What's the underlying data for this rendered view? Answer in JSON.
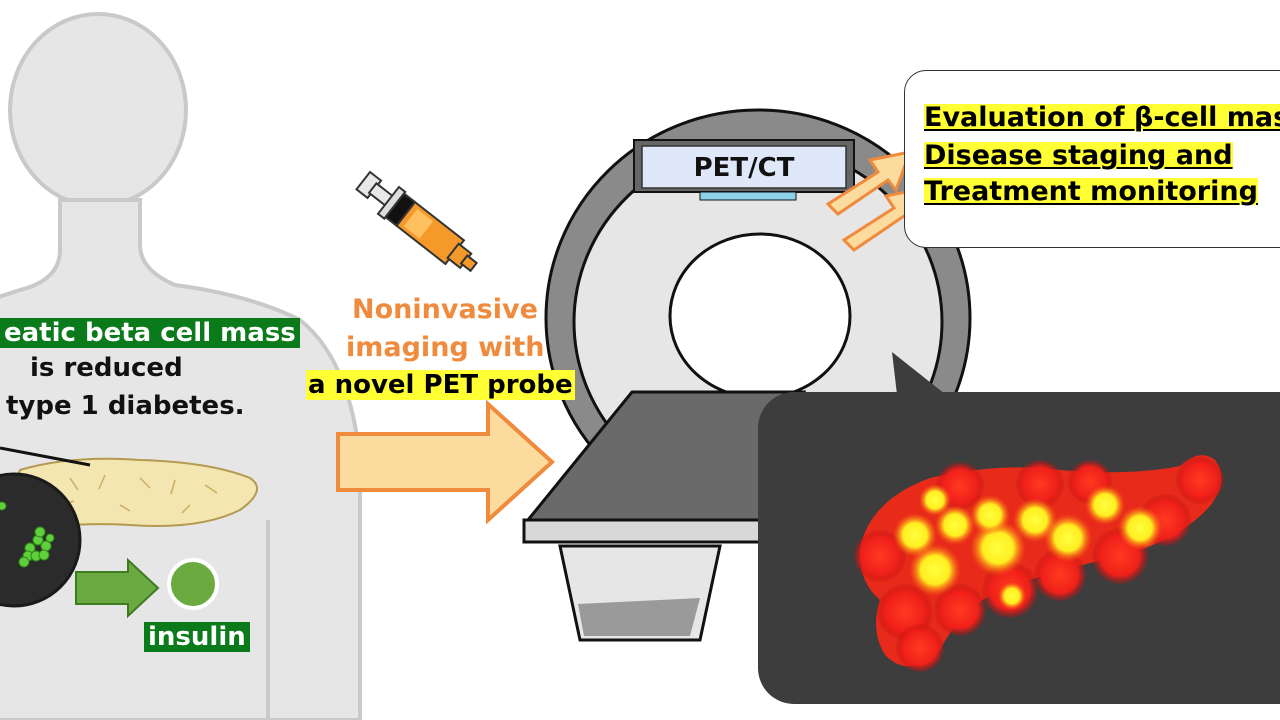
{
  "patient_text": {
    "line1": "eatic beta cell mass",
    "line2": "is reduced",
    "line3": "type 1 diabetes.",
    "insulin": "insulin"
  },
  "probe_text": {
    "line1": "Noninvasive",
    "line2": "imaging with",
    "line3": "a novel PET probe"
  },
  "scanner_label": "PET/CT",
  "outcomes": [
    "Evaluation of β-cell mas",
    "Disease staging and",
    "Treatment monitoring"
  ],
  "colors": {
    "body_fill": "#e6e6e6",
    "body_outline": "#c9c9c9",
    "arrow_fill": "#fcdc9e",
    "arrow_stroke": "#f08a3c",
    "green_highlight": "#0a7a1a",
    "yellow_highlight": "#ffff33",
    "scanner_gray": "#8a8a8a",
    "scan_bg": "#3d3d3d",
    "hotspot_red": "#ff2a1a",
    "hotspot_yellow": "#ffff20"
  }
}
